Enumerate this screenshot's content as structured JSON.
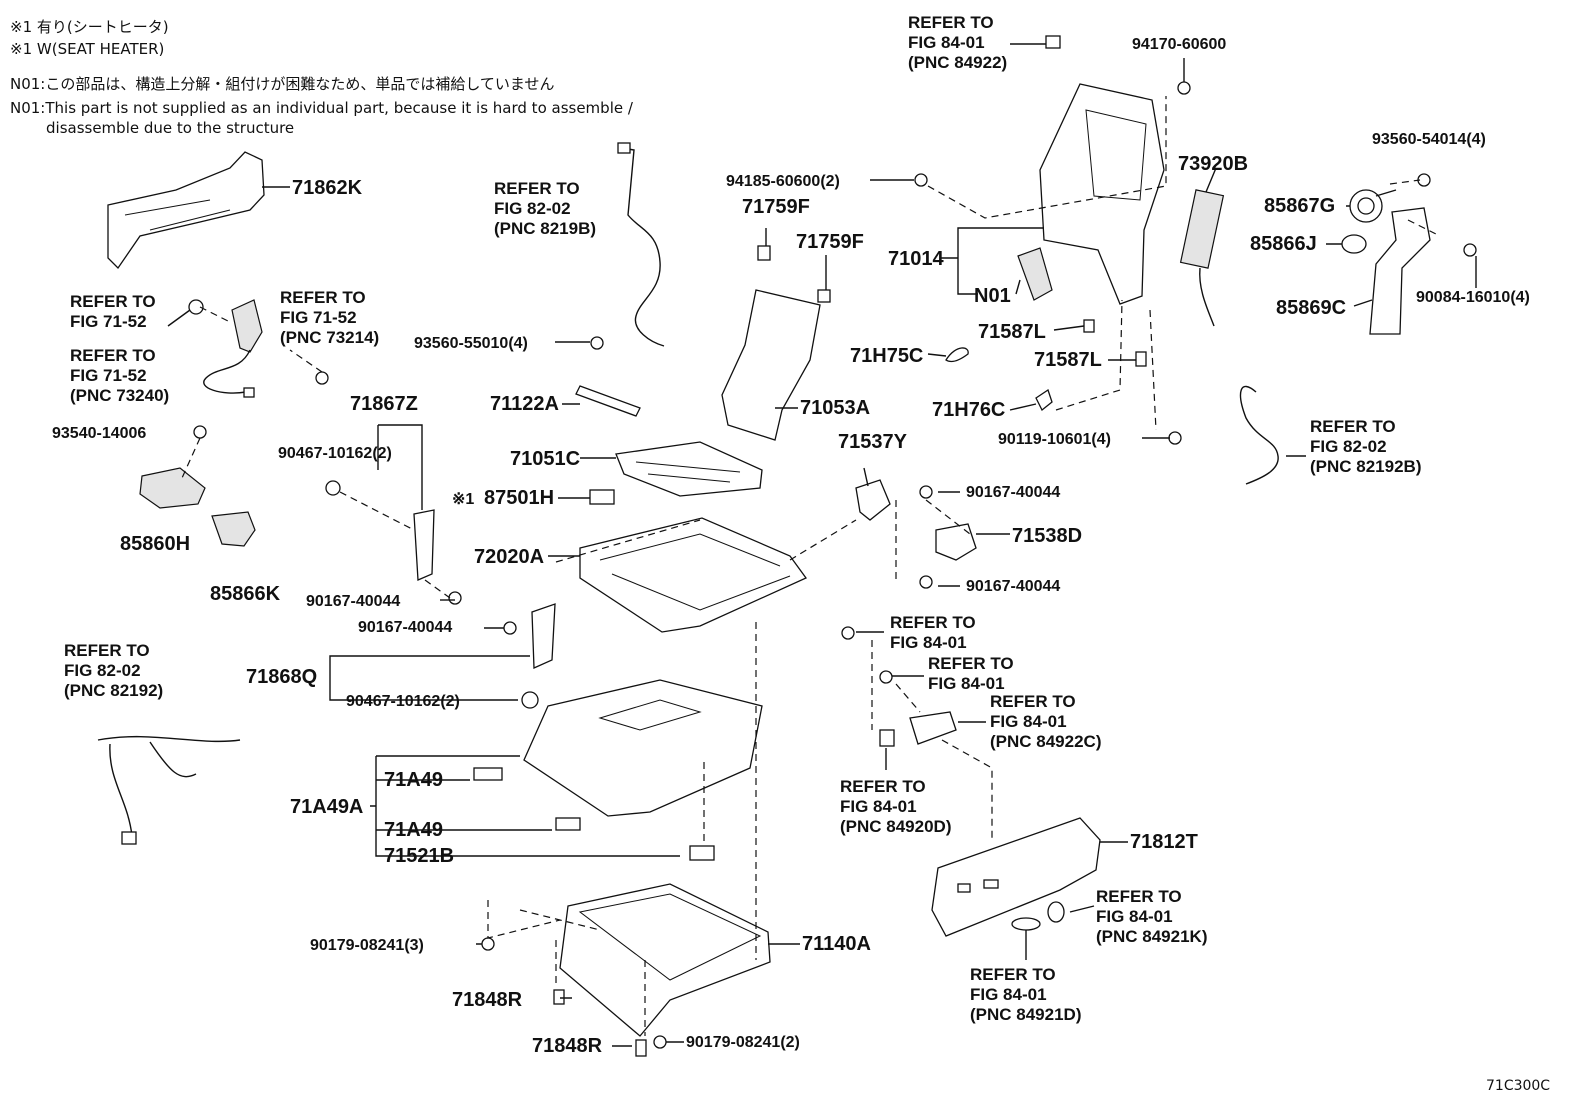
{
  "notes": {
    "line1": "※1 有り(シートヒータ)",
    "line2": "※1 W(SEAT HEATER)",
    "line3": "N01:この部品は、構造上分解・組付けが困難なため、単品では補給していません",
    "line4": "N01:This part is not supplied as an individual part, because it is hard to assemble /",
    "line5": "disassemble due to the structure"
  },
  "diagram_code": "71C300C",
  "labels": {
    "p71862K": "71862K",
    "ref_fig7152_a1": "REFER TO",
    "ref_fig7152_a2": "FIG 71-52",
    "ref_fig7152_b1": "REFER TO",
    "ref_fig7152_b2": "FIG 71-52",
    "ref_fig7152_b3": "(PNC 73214)",
    "ref_fig7152_c1": "REFER TO",
    "ref_fig7152_c2": "FIG 71-52",
    "ref_fig7152_c3": "(PNC 73240)",
    "p93540": "93540-14006",
    "p85860H": "85860H",
    "p85866K": "85866K",
    "p71867Z": "71867Z",
    "p90467a": "90467-10162(2)",
    "p90167a": "90167-40044",
    "ref_fig8202_a1": "REFER TO",
    "ref_fig8202_a2": "FIG 82-02",
    "ref_fig8202_a3": "(PNC 8219B)",
    "p93560_55010": "93560-55010(4)",
    "p71122A": "71122A",
    "p71759F_a": "71759F",
    "p71759F_b": "71759F",
    "p71053A": "71053A",
    "p71051C": "71051C",
    "star1": "※1",
    "p87501H": "87501H",
    "p72020A": "72020A",
    "p90167b": "90167-40044",
    "p71868Q": "71868Q",
    "p90467b": "90467-10162(2)",
    "ref_fig8202_b1": "REFER TO",
    "ref_fig8202_b2": "FIG 82-02",
    "ref_fig8202_b3": "(PNC 82192)",
    "p71A49_a": "71A49",
    "p71A49A": "71A49A",
    "p71A49_b": "71A49",
    "p71521B": "71521B",
    "p90179a": "90179-08241(3)",
    "p71848R_a": "71848R",
    "p71848R_b": "71848R",
    "p90179b": "90179-08241(2)",
    "p71140A": "71140A",
    "ref_fig8401_a1": "REFER TO",
    "ref_fig8401_a2": "FIG 84-01",
    "ref_fig8401_a3": "(PNC 84922)",
    "p94170": "94170-60600",
    "p94185": "94185-60600(2)",
    "p73920B": "73920B",
    "p71014": "71014",
    "pN01": "N01",
    "p71587L_a": "71587L",
    "p71587L_b": "71587L",
    "p71H75C": "71H75C",
    "p71H76C": "71H76C",
    "p90119": "90119-10601(4)",
    "p93560_54014": "93560-54014(4)",
    "p85867G": "85867G",
    "p85866J": "85866J",
    "p85869C": "85869C",
    "p90084": "90084-16010(4)",
    "ref_fig8202_c1": "REFER TO",
    "ref_fig8202_c2": "FIG 82-02",
    "ref_fig8202_c3": "(PNC 82192B)",
    "p71537Y": "71537Y",
    "p90167c": "90167-40044",
    "p71538D": "71538D",
    "p90167d": "90167-40044",
    "ref_fig8401_b1": "REFER TO",
    "ref_fig8401_b2": "FIG 84-01",
    "ref_fig8401_c1": "REFER TO",
    "ref_fig8401_c2": "FIG 84-01",
    "ref_fig8401_d1": "REFER TO",
    "ref_fig8401_d2": "FIG 84-01",
    "ref_fig8401_d3": "(PNC 84922C)",
    "ref_fig8401_e1": "REFER TO",
    "ref_fig8401_e2": "FIG 84-01",
    "ref_fig8401_e3": "(PNC 84920D)",
    "p71812T": "71812T",
    "ref_fig8401_f1": "REFER TO",
    "ref_fig8401_f2": "FIG 84-01",
    "ref_fig8401_f3": "(PNC 84921K)",
    "ref_fig8401_g1": "REFER TO",
    "ref_fig8401_g2": "FIG 84-01",
    "ref_fig8401_g3": "(PNC 84921D)"
  }
}
